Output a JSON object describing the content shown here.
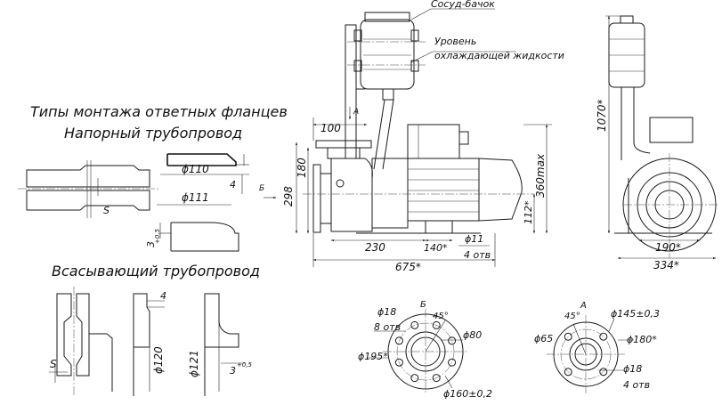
{
  "titles": {
    "mounting_types": "Типы монтажа ответных фланцев",
    "discharge_pipeline": "Напорный трубопровод",
    "suction_pipeline": "Всасывающий трубопровод"
  },
  "labels": {
    "reservoir": "Сосуд-бачок",
    "coolant_level_line1": "Уровень",
    "coolant_level_line2": "охлаждающей жидкости"
  },
  "view_markers": {
    "a_arrow": "A",
    "b_arrow": "Б",
    "b_view": "Б",
    "a_view": "А"
  },
  "dimensions": {
    "d110": "ϕ110",
    "d111": "ϕ111",
    "gap_4_top": "4",
    "s_top": "S",
    "tol_3_top": "3",
    "tol_05_top": "+0,5",
    "s_bottom": "S",
    "gap_4_bottom": "4",
    "d120": "ϕ120",
    "d121": "ϕ121",
    "tol_3_bottom": "3",
    "tol_05_bottom": "+0,5",
    "d100": "100",
    "h298": "298",
    "h180": "180",
    "h360max": "360max",
    "h112": "112*",
    "l230": "230",
    "l140": "140*",
    "d11": "ϕ11",
    "holes4": "4 отв",
    "l675": "675*",
    "h1070": "1070*",
    "w190": "190*",
    "w334": "334*",
    "b_d18": "ϕ18",
    "b_holes8": "8 отв",
    "b_angle45": "45°",
    "b_d80": "ϕ80",
    "b_d195": "ϕ195*",
    "b_d160": "ϕ160±0,2",
    "a_angle45": "45°",
    "a_d145": "ϕ145±0,3",
    "a_d65": "ϕ65",
    "a_d180": "ϕ180*",
    "a_d18": "ϕ18",
    "a_holes4": "4 отв"
  }
}
